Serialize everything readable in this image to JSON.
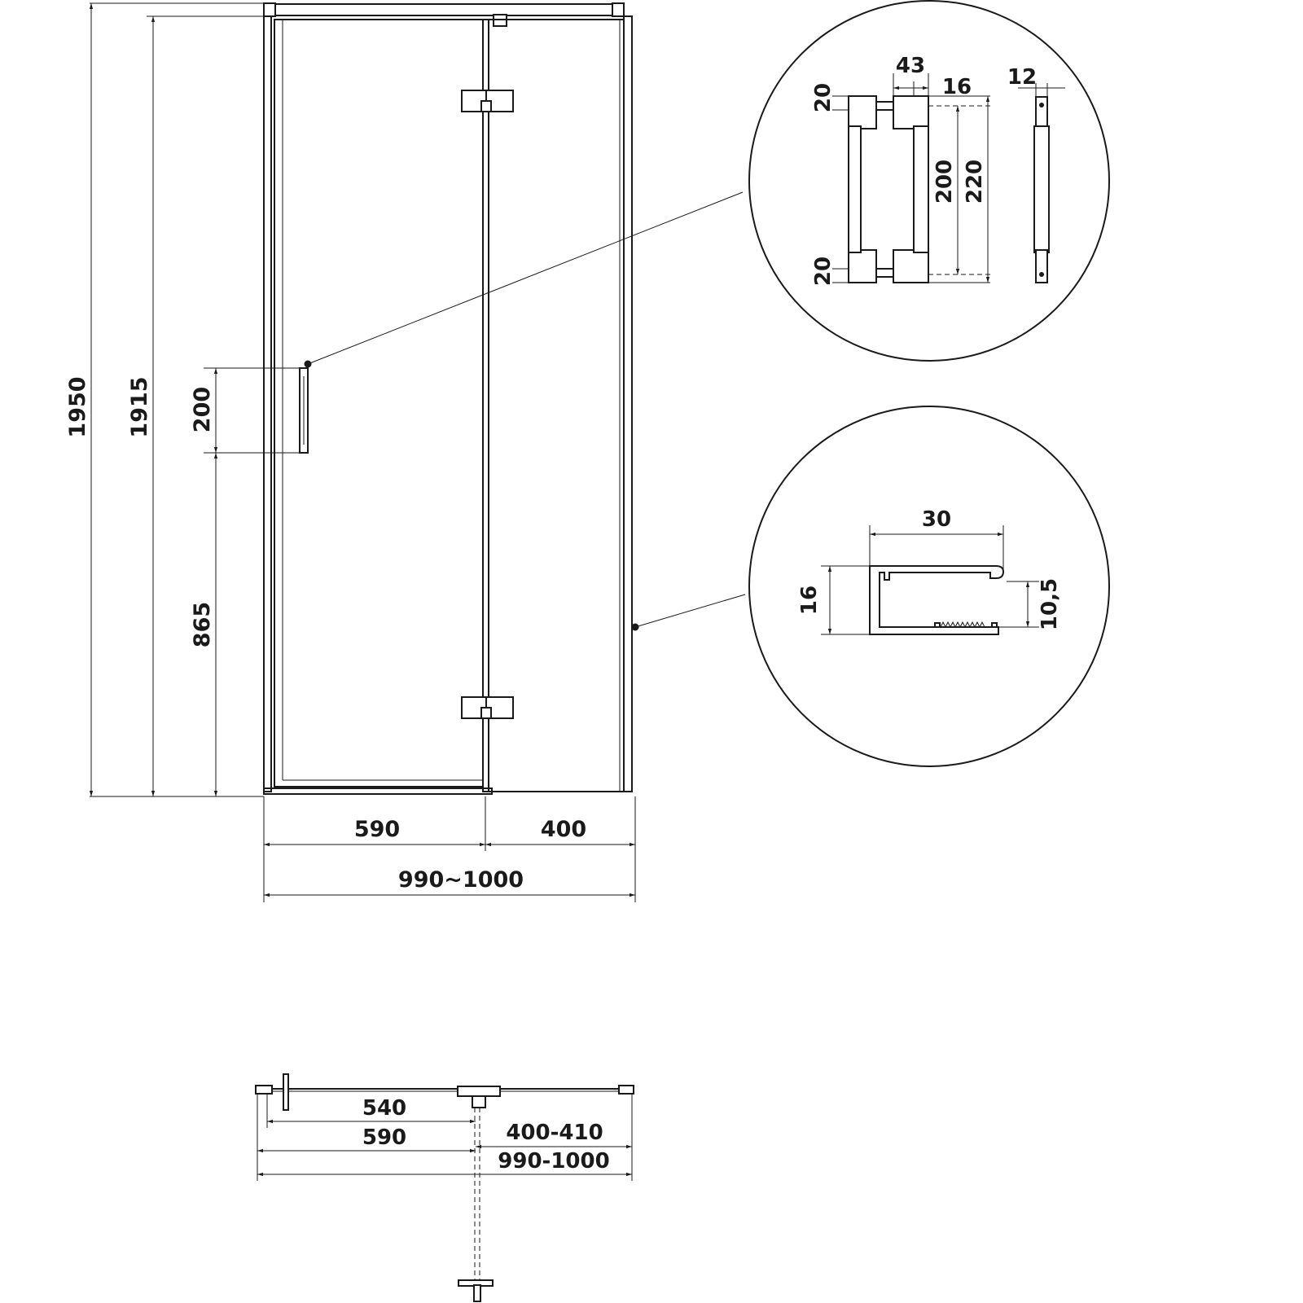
{
  "front_view": {
    "total_height": "1950",
    "glass_height": "1915",
    "handle_length": "200",
    "handle_height": "865",
    "door_width": "590",
    "fixed_width": "400",
    "total_width": "990~1000"
  },
  "handle_detail": {
    "top_cap": "20",
    "bottom_cap": "20",
    "depth": "43",
    "bar": "16",
    "inner_length": "200",
    "outer_length": "220",
    "side_width": "12"
  },
  "profile_detail": {
    "width": "30",
    "height": "16",
    "inner_height": "10,5"
  },
  "top_view": {
    "handle_offset": "540",
    "door_width": "590",
    "fixed_width": "400-410",
    "total_width": "990-1000"
  }
}
